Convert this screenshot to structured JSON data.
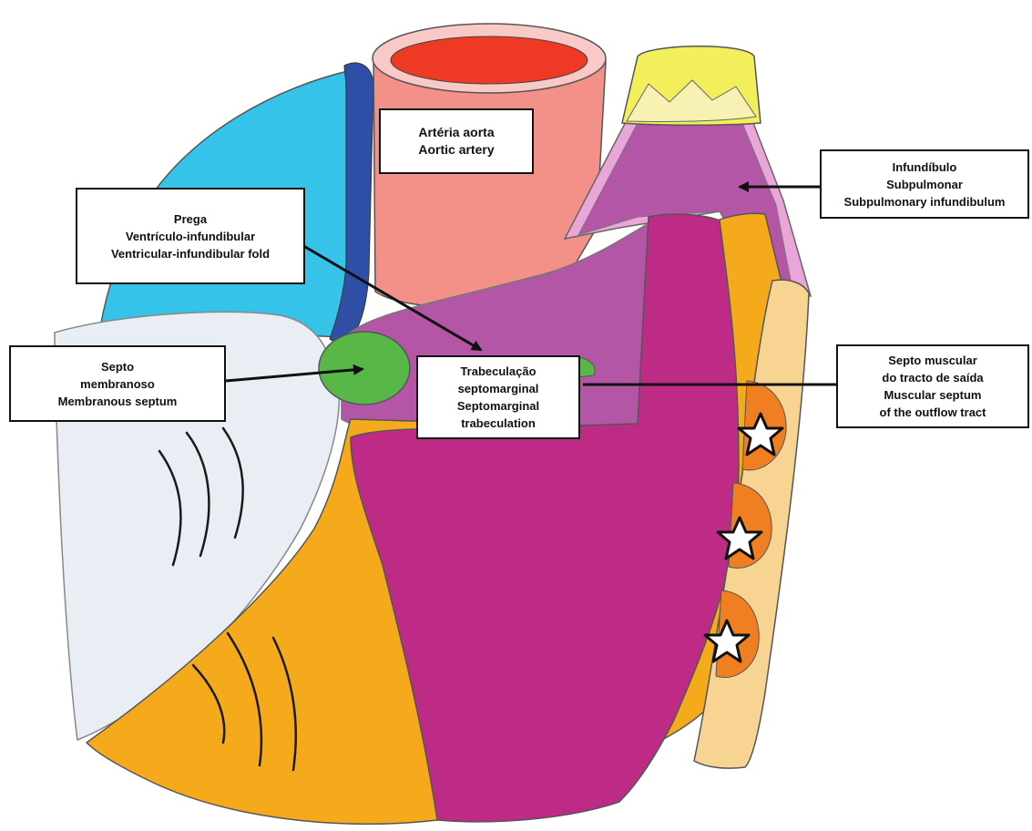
{
  "colors": {
    "aorta_wall": "#f39088",
    "aorta_lumen": "#ee3a24",
    "aorta_rim": "#f9c9c8",
    "left_region": "#35c3ea",
    "left_band": "#2f4fa6",
    "membranous_septum": "#57b848",
    "purple_fold": "#b356a6",
    "magenta_trabeculation": "#be2b87",
    "orange_wall": "#f5aa1c",
    "pale_outflow": "#f8d492",
    "star_patch": "#f07f22",
    "pulmonary_valve": "#f2ee5c",
    "pale_blue_region": "#e9eef4"
  },
  "labels": {
    "aorta": {
      "line1": "Artéria aorta",
      "line2": "Aortic artery"
    },
    "fold": {
      "line1": "Prega",
      "line2": "Ventrículo-infundibular",
      "line3": "Ventricular-infundibular fold"
    },
    "infundibulum": {
      "line1": "Infundíbulo",
      "line2": "Subpulmonar",
      "line3": "Subpulmonary infundibulum"
    },
    "membranous": {
      "line1": "Septo",
      "line2": "membranoso",
      "line3": "Membranous septum"
    },
    "trabeculation": {
      "line1": "Trabeculação",
      "line2": "septomarginal",
      "line3": "Septomarginal",
      "line4": "trabeculation"
    },
    "muscular_septum": {
      "line1": "Septo muscular",
      "line2": "do tracto de saída",
      "line3": "Muscular septum",
      "line4": "of the outflow tract"
    }
  },
  "stars": {
    "count": 3,
    "symbol": "star-icon"
  }
}
